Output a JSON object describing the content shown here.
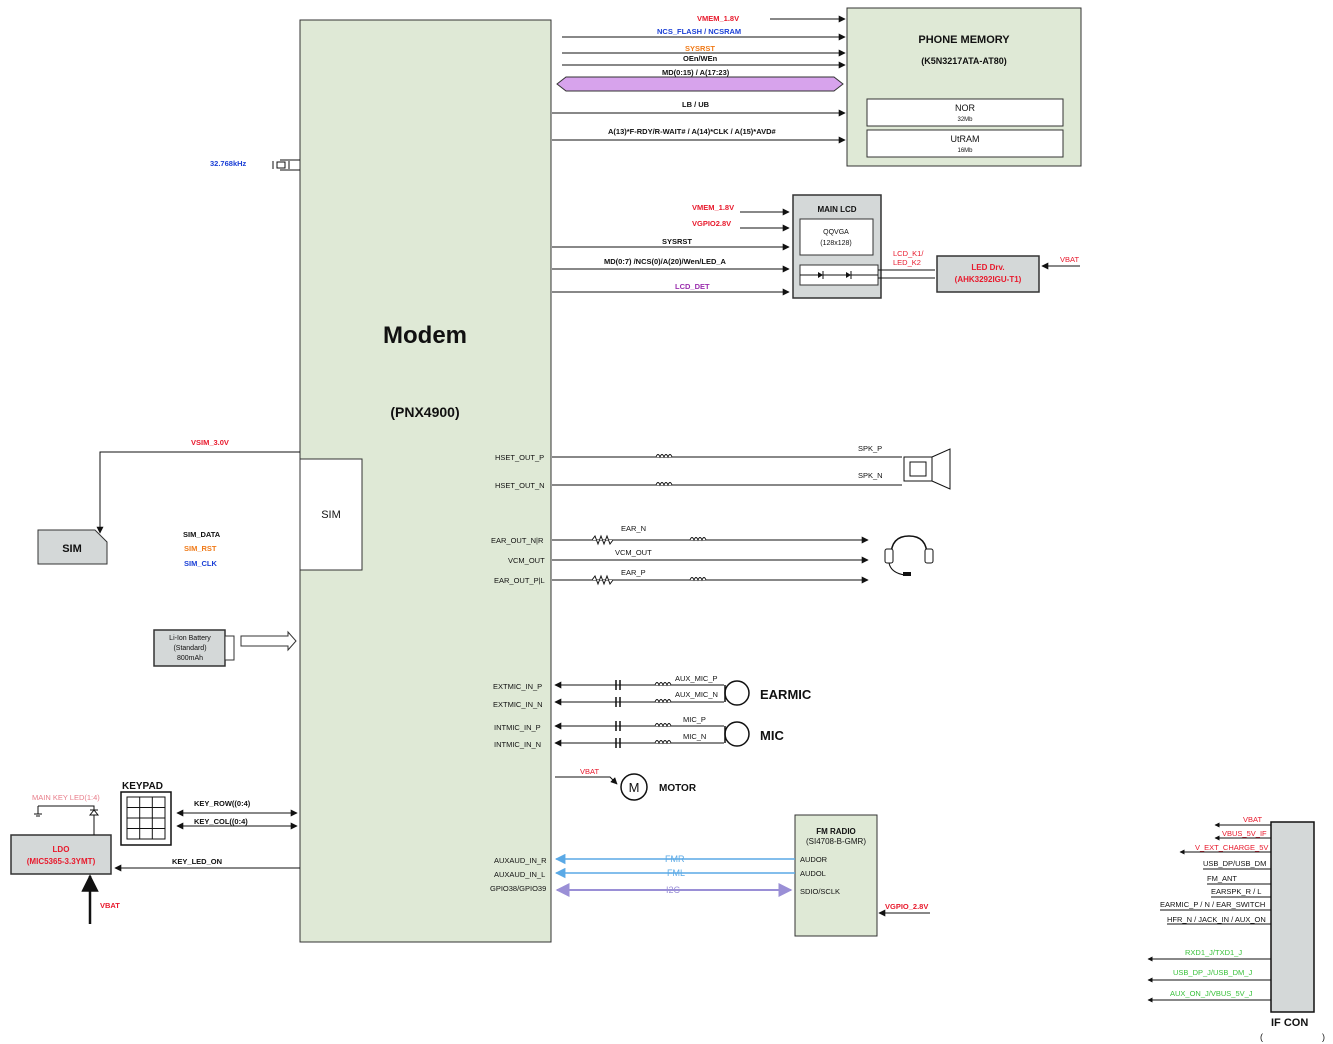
{
  "colors": {
    "block_fill": "#dfe9d6",
    "grey_fill": "#d4d8d8",
    "power": "#e8192c",
    "bus_blue": "#1a3fd6",
    "reset": "#f07a18",
    "lcd_det": "#9b2fae",
    "main_key_led": "#e87d8a",
    "if_con_green": "#38c13a",
    "fm_audio": "#5aa9e6",
    "i2c": "#9a8fd6",
    "bus_highlight": "#d7a3ec"
  },
  "modem": {
    "title": "Modem",
    "part": "(PNX4900)",
    "sim_port": "SIM"
  },
  "crystal": {
    "label": "32.768kHz"
  },
  "memory": {
    "title": "PHONE MEMORY",
    "part": "(K5N3217ATA-AT80)",
    "nor_label": "NOR",
    "nor_size": "32Mb",
    "utram_label": "UtRAM",
    "utram_size": "16Mb",
    "signals": [
      "VMEM_1.8V",
      "NCS_FLASH / NCSRAM",
      "SYSRST",
      "OEn/WEn",
      "MD(0:15) / A(17:23)",
      "LB / UB",
      "A(13)*F-RDY/R-WAIT# / A(14)*CLK / A(15)*AVD#"
    ]
  },
  "lcd": {
    "title": "MAIN LCD",
    "panel": "QQVGA",
    "resolution": "(128x128)",
    "signals": [
      "VMEM_1.8V",
      "VGPIO2.8V",
      "SYSRST",
      "MD(0:7) /NCS(0)/A(20)/Wen/LED_A",
      "LCD_DET"
    ],
    "led_lines": "LCD_K1/",
    "led_lines2": "LED_K2",
    "led_drv_title": "LED Drv.",
    "led_drv_part": "(AHK3292IGU-T1)",
    "vbat": "VBAT"
  },
  "sim": {
    "supply": "VSIM_3.0V",
    "card": "SIM",
    "data": "SIM_DATA",
    "rst": "SIM_RST",
    "clk": "SIM_CLK"
  },
  "battery": {
    "line1": "Li-Ion Battery",
    "line2": "(Standard)",
    "line3": "800mAh"
  },
  "audio": {
    "hset_p": "HSET_OUT_P",
    "hset_n": "HSET_OUT_N",
    "spk_p": "SPK_P",
    "spk_n": "SPK_N",
    "ear_out_nr": "EAR_OUT_N|R",
    "vcm_out": "VCM_OUT",
    "ear_out_pl": "EAR_OUT_P|L",
    "ear_n": "EAR_N",
    "vcm_out_r": "VCM_OUT",
    "ear_p": "EAR_P",
    "extmic_p": "EXTMIC_IN_P",
    "extmic_n": "EXTMIC_IN_N",
    "aux_mic_p": "AUX_MIC_P",
    "aux_mic_n": "AUX_MIC_N",
    "earmic": "EARMIC",
    "intmic_p": "INTMIC_IN_P",
    "intmic_n": "INTMIC_IN_N",
    "mic_p": "MIC_P",
    "mic_n": "MIC_N",
    "mic": "MIC"
  },
  "motor": {
    "vbat": "VBAT",
    "symbol": "M",
    "label": "MOTOR"
  },
  "keypad": {
    "title": "KEYPAD",
    "row": "KEY_ROW((0:4)",
    "col": "KEY_COL((0:4)",
    "led_on": "KEY_LED_ON",
    "main_key_led": "MAIN KEY LED(1:4)",
    "ldo_title": "LDO",
    "ldo_part": "(MIC5365-3.3YMT)",
    "vbat": "VBAT"
  },
  "fm": {
    "title": "FM RADIO",
    "part": "(SI4708-B-GMR)",
    "audor": "AUDOR",
    "audol": "AUDOL",
    "sdio": "SDIO/SCLK",
    "auxaud_r": "AUXAUD_IN_R",
    "auxaud_l": "AUXAUD_IN_L",
    "gpio": "GPIO38/GPIO39",
    "fmr": "FMR",
    "fml": "FML",
    "i2c": "I2C",
    "vgpio": "VGPIO_2.8V"
  },
  "ifcon": {
    "title": "IF CON",
    "paren_open": "(",
    "paren_close": ")",
    "red_signals": [
      "VBAT",
      "VBUS_5V_IF",
      "V_EXT_CHARGE_5V"
    ],
    "black_signals": [
      "USB_DP/USB_DM",
      "FM_ANT",
      "EARSPK_R / L",
      "EARMIC_P / N / EAR_SWITCH",
      "HFR_N / JACK_IN / AUX_ON"
    ],
    "green_signals": [
      "RXD1_J/TXD1_J",
      "USB_DP_J/USB_DM_J",
      "AUX_ON_J/VBUS_5V_J"
    ]
  }
}
